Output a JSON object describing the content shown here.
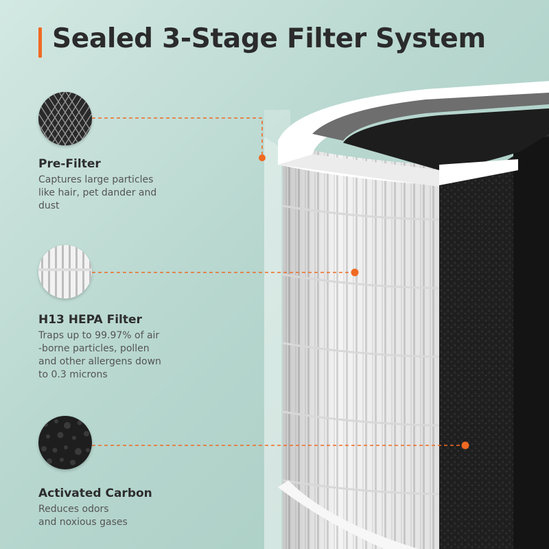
{
  "header": {
    "title": "Sealed 3-Stage Filter System",
    "accent_color": "#f06a22"
  },
  "stages": [
    {
      "name": "Pre-Filter",
      "description": "Captures large particles\nlike hair, pet dander and\ndust",
      "icon": "mesh-swatch-icon"
    },
    {
      "name": "H13 HEPA Filter",
      "description": "Traps up to 99.97% of air\n-borne particles, pollen\nand other allergens down\nto 0.3 microns",
      "icon": "pleated-swatch-icon"
    },
    {
      "name": "Activated Carbon",
      "description": "Reduces odors\nand noxious gases",
      "icon": "carbon-swatch-icon"
    }
  ],
  "colors": {
    "leader_line": "#f06a22",
    "carbon": "#1c1c1c",
    "hepa": "#f3f3f3"
  }
}
